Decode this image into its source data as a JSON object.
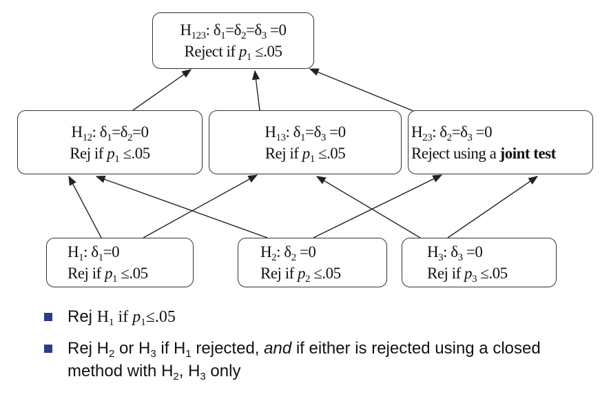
{
  "boxes": [
    {
      "id": "h123",
      "lines": [
        [
          {
            "t": "H"
          },
          {
            "t": "123",
            "sub": 1
          },
          {
            "t": ": δ"
          },
          {
            "t": "1",
            "sub": 1
          },
          {
            "t": "=δ"
          },
          {
            "t": "2",
            "sub": 1
          },
          {
            "t": "=δ"
          },
          {
            "t": "3",
            "sub": 1
          },
          {
            "t": " =0"
          }
        ],
        [
          {
            "t": "Reject if "
          },
          {
            "t": "p",
            "i": 1
          },
          {
            "t": "1",
            "sub": 1
          },
          {
            "t": " ≤.05"
          }
        ]
      ]
    },
    {
      "id": "h12",
      "lines": [
        [
          {
            "t": "H"
          },
          {
            "t": "12",
            "sub": 1
          },
          {
            "t": ": δ"
          },
          {
            "t": "1",
            "sub": 1
          },
          {
            "t": "=δ"
          },
          {
            "t": "2",
            "sub": 1
          },
          {
            "t": "=0"
          }
        ],
        [
          {
            "t": "Rej if "
          },
          {
            "t": "p",
            "i": 1
          },
          {
            "t": "1",
            "sub": 1
          },
          {
            "t": " ≤.05"
          }
        ]
      ]
    },
    {
      "id": "h13",
      "lines": [
        [
          {
            "t": "H"
          },
          {
            "t": "13",
            "sub": 1
          },
          {
            "t": ": δ"
          },
          {
            "t": "1",
            "sub": 1
          },
          {
            "t": "=δ"
          },
          {
            "t": "3",
            "sub": 1
          },
          {
            "t": " =0"
          }
        ],
        [
          {
            "t": "Rej if "
          },
          {
            "t": "p",
            "i": 1
          },
          {
            "t": "1",
            "sub": 1
          },
          {
            "t": " ≤.05"
          }
        ]
      ]
    },
    {
      "id": "h23",
      "lines": [
        [
          {
            "t": "H"
          },
          {
            "t": "23",
            "sub": 1
          },
          {
            "t": ": δ"
          },
          {
            "t": "2",
            "sub": 1
          },
          {
            "t": "=δ"
          },
          {
            "t": "3",
            "sub": 1
          },
          {
            "t": " =0"
          }
        ],
        [
          {
            "t": "Reject using a "
          },
          {
            "t": "joint test",
            "b": 1
          }
        ]
      ]
    },
    {
      "id": "h1",
      "lines": [
        [
          {
            "t": "H"
          },
          {
            "t": "1",
            "sub": 1
          },
          {
            "t": ": δ"
          },
          {
            "t": "1",
            "sub": 1
          },
          {
            "t": "=0"
          }
        ],
        [
          {
            "t": "Rej if "
          },
          {
            "t": "p",
            "i": 1
          },
          {
            "t": "1",
            "sub": 1
          },
          {
            "t": " ≤.05"
          }
        ]
      ]
    },
    {
      "id": "h2",
      "lines": [
        [
          {
            "t": "H"
          },
          {
            "t": "2",
            "sub": 1
          },
          {
            "t": ": δ"
          },
          {
            "t": "2",
            "sub": 1
          },
          {
            "t": " =0"
          }
        ],
        [
          {
            "t": "Rej if "
          },
          {
            "t": "p",
            "i": 1
          },
          {
            "t": "2",
            "sub": 1
          },
          {
            "t": " ≤.05"
          }
        ]
      ]
    },
    {
      "id": "h3",
      "lines": [
        [
          {
            "t": "H"
          },
          {
            "t": "3",
            "sub": 1
          },
          {
            "t": ": δ"
          },
          {
            "t": "3",
            "sub": 1
          },
          {
            "t": " =0"
          }
        ],
        [
          {
            "t": "Rej if "
          },
          {
            "t": "p",
            "i": 1
          },
          {
            "t": "3",
            "sub": 1
          },
          {
            "t": " ≤.05"
          }
        ]
      ]
    }
  ],
  "edges": [
    [
      "h12",
      "h123"
    ],
    [
      "h13",
      "h123"
    ],
    [
      "h23",
      "h123"
    ],
    [
      "h1",
      "h12"
    ],
    [
      "h1",
      "h13"
    ],
    [
      "h2",
      "h12"
    ],
    [
      "h2",
      "h23"
    ],
    [
      "h3",
      "h13"
    ],
    [
      "h3",
      "h23"
    ]
  ],
  "bullets": [
    {
      "segs": [
        {
          "t": "Rej "
        },
        {
          "t": "H",
          "s": 1
        },
        {
          "t": "1",
          "sub": 1,
          "s": 1
        },
        {
          "t": " if ",
          "s": 1
        },
        {
          "t": "p",
          "i": 1,
          "s": 1
        },
        {
          "t": "1",
          "sub": 1,
          "s": 1
        },
        {
          "t": "≤.05",
          "s": 1
        }
      ]
    },
    {
      "segs": [
        {
          "t": "Rej H"
        },
        {
          "t": "2",
          "sub": 1
        },
        {
          "t": " or H"
        },
        {
          "t": "3",
          "sub": 1
        },
        {
          "t": " if H"
        },
        {
          "t": "1",
          "sub": 1
        },
        {
          "t": " rejected, "
        },
        {
          "t": "and",
          "i": 1
        },
        {
          "t": " if either is rejected using a closed method with H"
        },
        {
          "t": "2",
          "sub": 1
        },
        {
          "t": ", H"
        },
        {
          "t": "3",
          "sub": 1
        },
        {
          "t": " only"
        }
      ]
    }
  ],
  "colors": {
    "bullet": "#2b3a8c",
    "line": "#222222"
  }
}
